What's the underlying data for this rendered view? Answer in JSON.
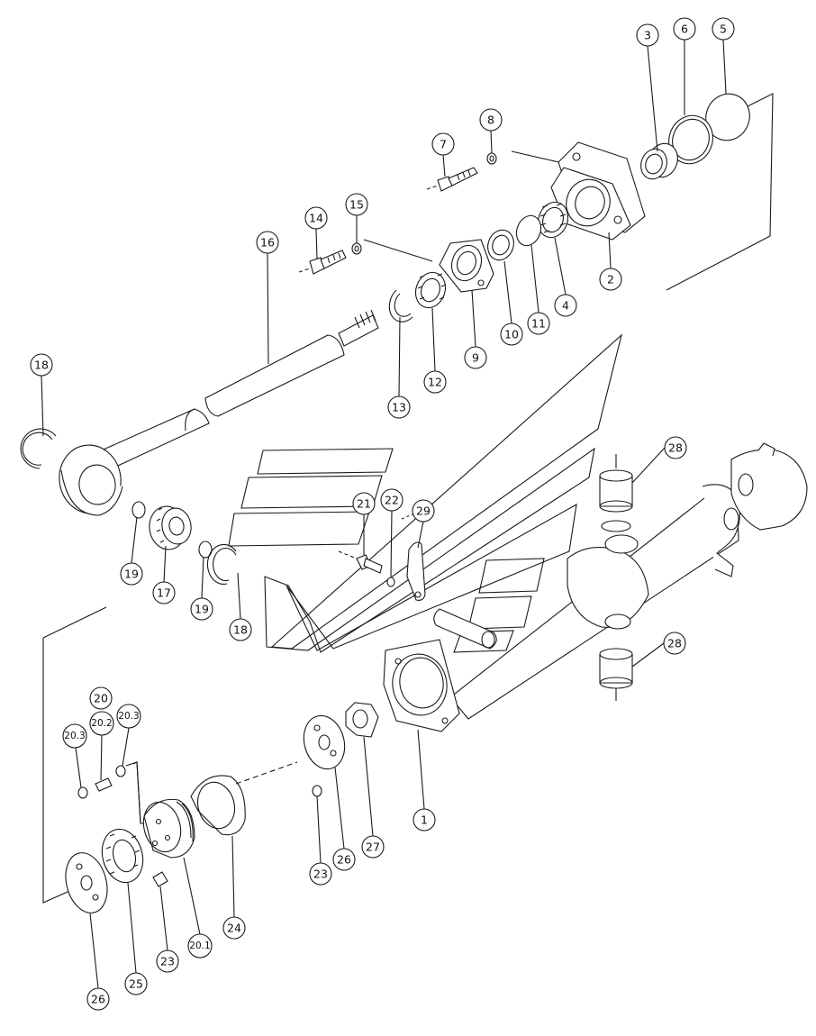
{
  "callouts": {
    "c1": "1",
    "c2": "2",
    "c3": "3",
    "c4": "4",
    "c5": "5",
    "c6": "6",
    "c7": "7",
    "c8": "8",
    "c9": "9",
    "c10": "10",
    "c11": "11",
    "c12": "12",
    "c13": "13",
    "c14": "14",
    "c15": "15",
    "c16": "16",
    "c17": "17",
    "c18a": "18",
    "c18b": "18",
    "c19a": "19",
    "c19b": "19",
    "c20": "20",
    "c20_1": "20.1",
    "c20_2": "20.2",
    "c20_3a": "20.3",
    "c20_3b": "20.3",
    "c21": "21",
    "c22": "22",
    "c23a": "23",
    "c23b": "23",
    "c24": "24",
    "c25": "25",
    "c26a": "26",
    "c26b": "26",
    "c27": "27",
    "c28a": "28",
    "c28b": "28",
    "c29": "29"
  }
}
